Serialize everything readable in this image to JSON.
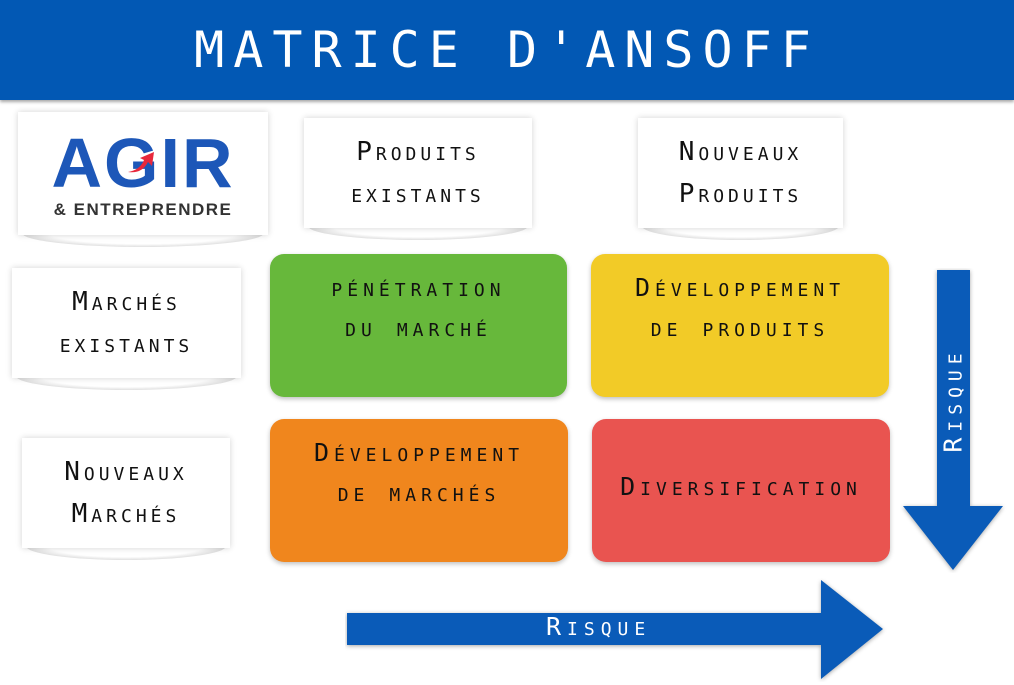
{
  "header": {
    "title": "MATRICE D'ANSOFF"
  },
  "logo": {
    "main": "AGIR",
    "sub": "& ENTREPRENDRE",
    "colors": {
      "blue": "#1d57b8",
      "red": "#e8283c",
      "gray": "#333333"
    }
  },
  "columns": [
    {
      "line1": "Produits",
      "line2": "existants"
    },
    {
      "line1": "Nouveaux",
      "line2": "Produits"
    }
  ],
  "rows": [
    {
      "line1": "Marchés",
      "line2": "existants"
    },
    {
      "line1": "Nouveaux",
      "line2": "Marchés"
    }
  ],
  "cells": [
    {
      "line1": "pénétration",
      "line2": "du marché",
      "color": "#67b83b"
    },
    {
      "line1": "Développement",
      "line2": "de produits",
      "color": "#f2cb27"
    },
    {
      "line1": "Développement",
      "line2": "de marchés",
      "color": "#f0861d"
    },
    {
      "line1": "Diversification",
      "line2": "",
      "color": "#e95450"
    }
  ],
  "arrows": {
    "vertical": {
      "label": "Risque",
      "direction": "down",
      "color": "#0a5bb8"
    },
    "horizontal": {
      "label": "Risque",
      "direction": "right",
      "color": "#0a5bb8"
    }
  },
  "colors": {
    "header": "#0258b4"
  }
}
